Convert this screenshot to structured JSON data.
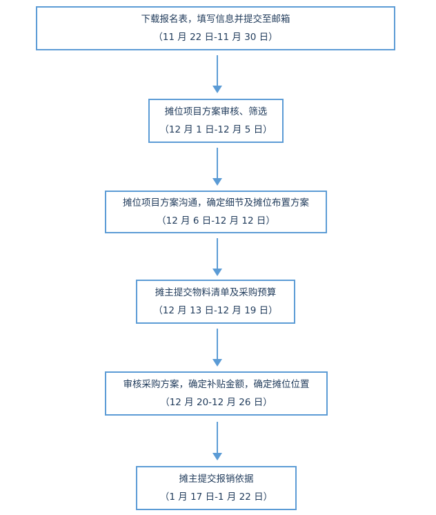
{
  "steps": [
    {
      "title": "下载报名表，填写信息并提交至邮箱",
      "dates": "（11 月 22 日-11 月 30 日）"
    },
    {
      "title": "摊位项目方案审核、筛选",
      "dates": "（12 月 1 日-12 月 5 日）"
    },
    {
      "title": "摊位项目方案沟通，确定细节及摊位布置方案",
      "dates": "（12 月 6 日-12 月 12 日）"
    },
    {
      "title": "摊主提交物料清单及采购预算",
      "dates": "（12 月 13 日-12 月 19 日）"
    },
    {
      "title": "审核采购方案，确定补贴金额，确定摊位位置",
      "dates": "（12 月 20-12 月 26 日）"
    },
    {
      "title": "摊主提交报销依据",
      "dates": "（1 月 17 日-1 月 22 日）"
    }
  ],
  "colors": {
    "border": "#5b9bd5",
    "arrow": "#5b9bd5",
    "text": "#1f3a5a"
  }
}
